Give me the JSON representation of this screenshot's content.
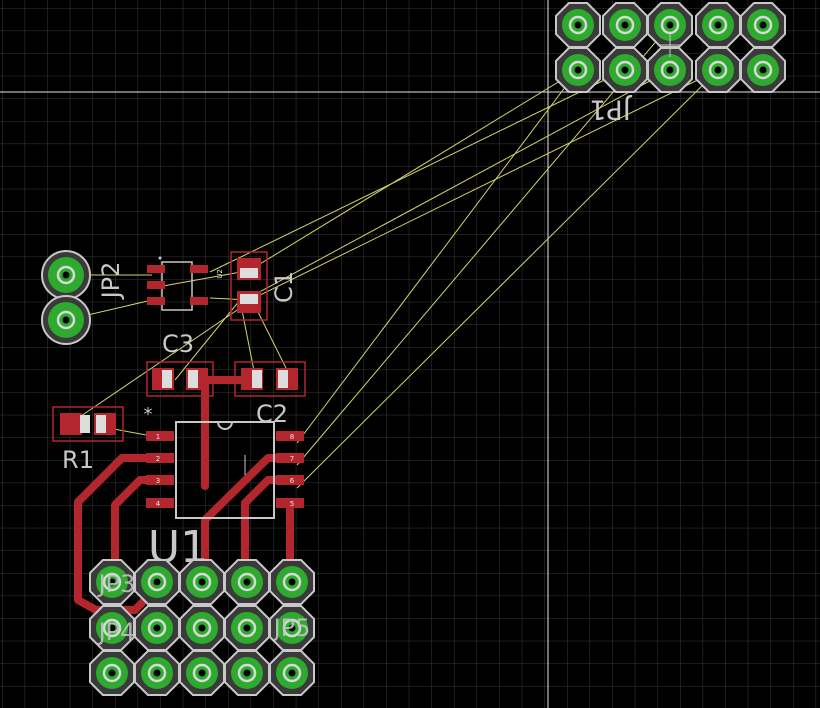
{
  "app": {
    "view": "PCB board editor"
  },
  "colors": {
    "background": "#000000",
    "grid": "#3a3a3a",
    "copper_top": "#b3262e",
    "pad_ring": "#2eaa2e",
    "pad_outline": "#c8c8c8",
    "airwire": "#d4d46a",
    "label": "#c8c8c8",
    "origin_line": "#e6e6e6"
  },
  "components": {
    "jp1": {
      "name": "JP1"
    },
    "jp2": {
      "name": "JP2"
    },
    "c1": {
      "name": "C1"
    },
    "c2": {
      "name": "C2"
    },
    "c3": {
      "name": "C3"
    },
    "r1": {
      "name": "R1"
    },
    "u1": {
      "name": "U1",
      "marker": "*",
      "pins_left": [
        "1",
        "2",
        "3",
        "4"
      ],
      "pins_right": [
        "8",
        "7",
        "6",
        "5"
      ]
    },
    "u2": {
      "name": "U2"
    },
    "jp3": {
      "name": "JP3"
    },
    "jp4": {
      "name": "JP4"
    },
    "jp5": {
      "name": "JP5"
    }
  }
}
